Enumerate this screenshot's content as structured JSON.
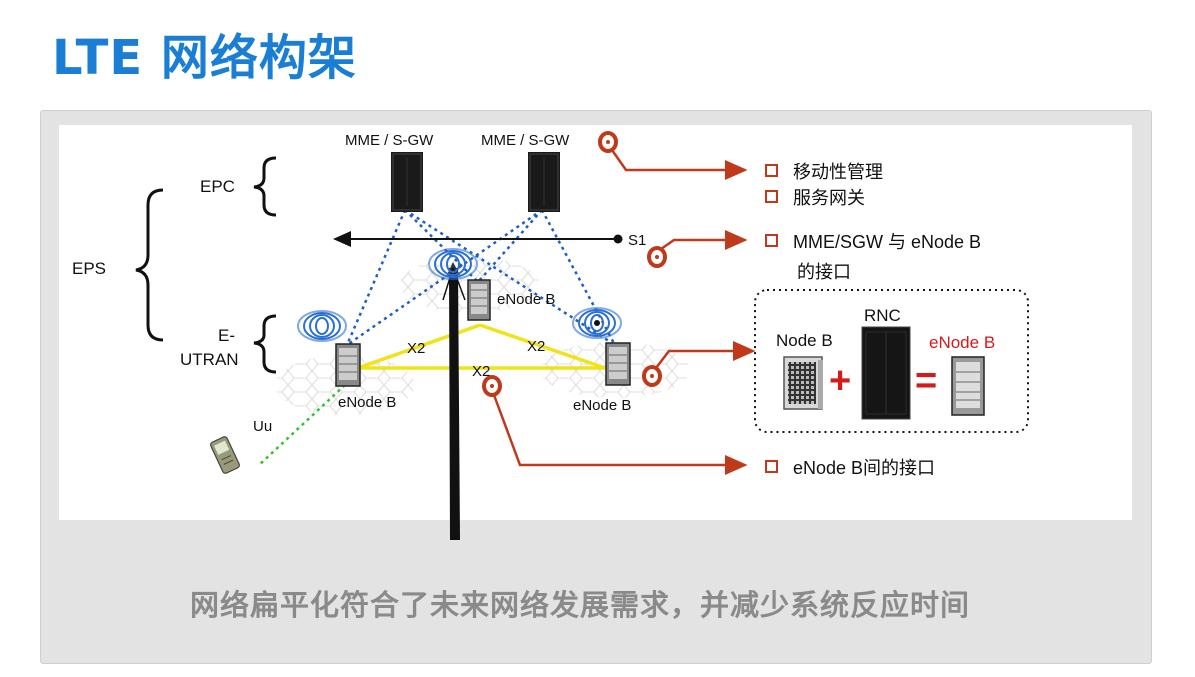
{
  "title": "LTE 网络构架",
  "labels": {
    "mme_left": "MME / S-GW",
    "mme_right": "MME / S-GW",
    "epc": "EPC",
    "eps": "EPS",
    "eutran_1": "E-",
    "eutran_2": "UTRAN",
    "s1": "S1",
    "x2_left": "X2",
    "x2_right": "X2",
    "x2_bottom": "X2",
    "enb_top": "eNode B",
    "enb_left": "eNode B",
    "enb_right": "eNode B",
    "uu": "Uu",
    "node_b": "Node B",
    "rnc": "RNC",
    "enb_result": "eNode B",
    "plus": "+",
    "equals": "="
  },
  "bullets": {
    "mobility": "移动性管理",
    "gateway": "服务网关",
    "s1_iface_1": "MME/SGW 与 eNode B",
    "s1_iface_2": "的接口",
    "x2_iface": "eNode B间的接口"
  },
  "footer": "网络扁平化符合了未来网络发展需求，并减少系统反应时间",
  "colors": {
    "title": "#1a7fd4",
    "callout": "#c0391b",
    "x2_line": "#f2e21a",
    "s1_dotted": "#1f5fbf",
    "uu_dotted": "#2fc52f",
    "enb_result": "#d41a1a"
  }
}
